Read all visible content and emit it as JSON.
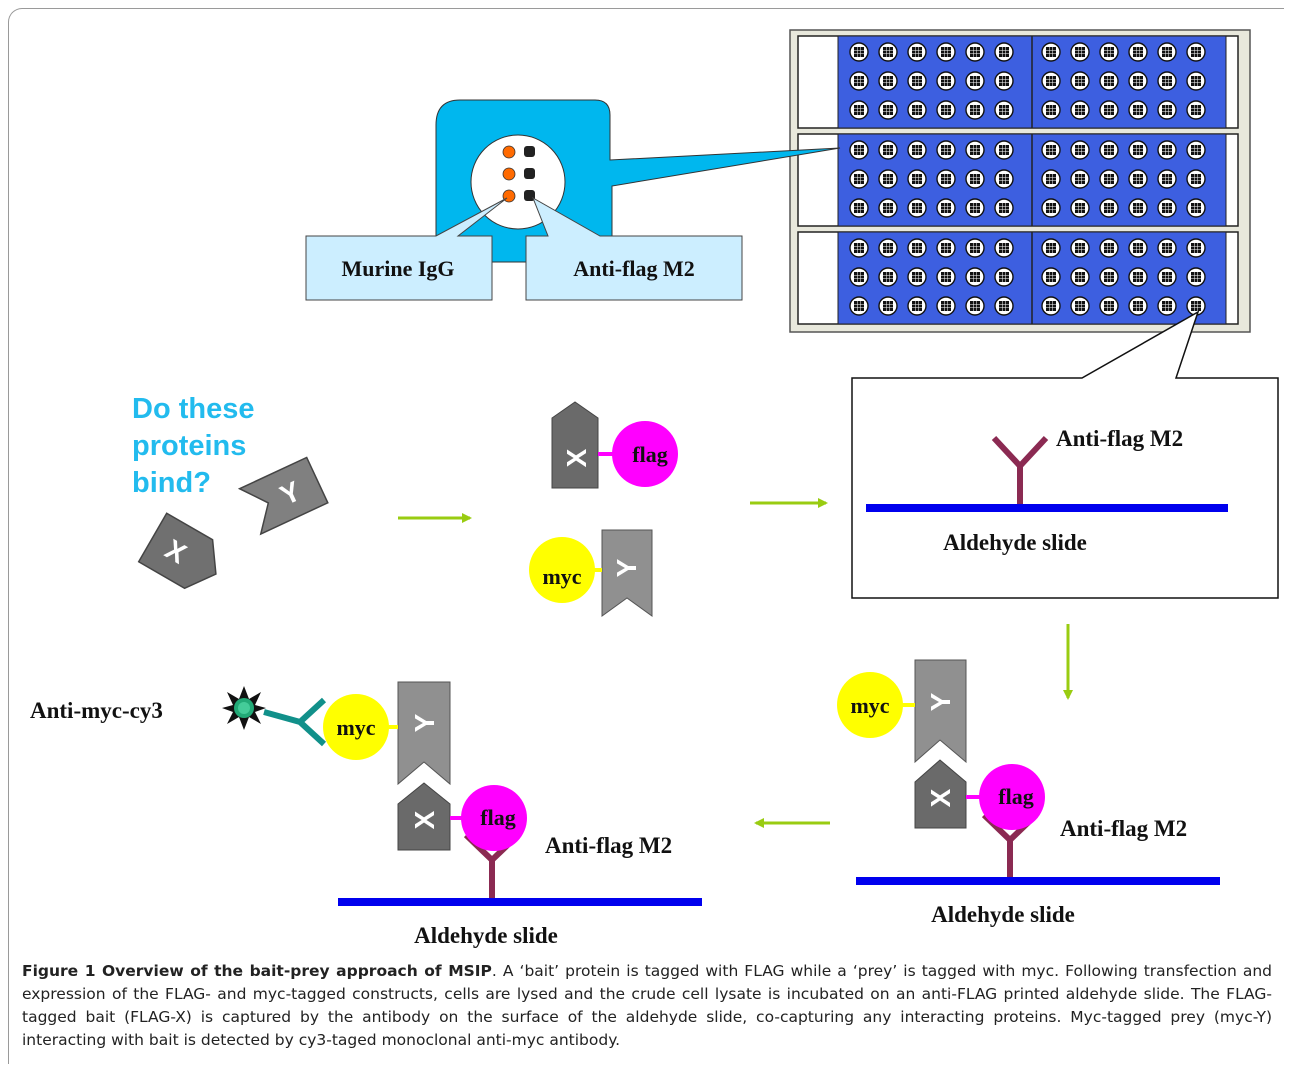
{
  "labels": {
    "murine_igg": "Murine IgG",
    "anti_flag_m2": "Anti-flag M2",
    "question": [
      "Do these",
      "proteins",
      "bind?"
    ],
    "protein_x": "X",
    "protein_y": "Y",
    "flag": "flag",
    "myc": "myc",
    "aldehyde_slide": "Aldehyde slide",
    "anti_myc_cy3": "Anti-myc-cy3"
  },
  "colors": {
    "slide_blue": "#3d5fe0",
    "accent_cyan": "#00b7ee",
    "callout_fill": "#cceeff",
    "flag_magenta": "#ff00ff",
    "myc_yellow": "#ffff00",
    "arrow_green": "#99cc11",
    "antibody": "#8b2a52",
    "line_blue": "#0000ee",
    "cy3_teal": "#11908a"
  },
  "caption": {
    "title": "Figure 1 Overview of the bait-prey approach of MSIP",
    "body": ". A ‘bait’ protein is tagged with FLAG while a ‘prey’ is tagged with myc. Following transfection and expression of the FLAG- and myc-tagged constructs, cells are lysed and the crude cell lysate is incubated on an anti-FLAG printed aldehyde slide. The FLAG-tagged bait (FLAG-X) is captured by the antibody on the surface of the aldehyde slide, co-capturing any interacting proteins. Myc-tagged prey (myc-Y) interacting with bait is detected by cy3-taged monoclonal anti-myc antibody."
  }
}
